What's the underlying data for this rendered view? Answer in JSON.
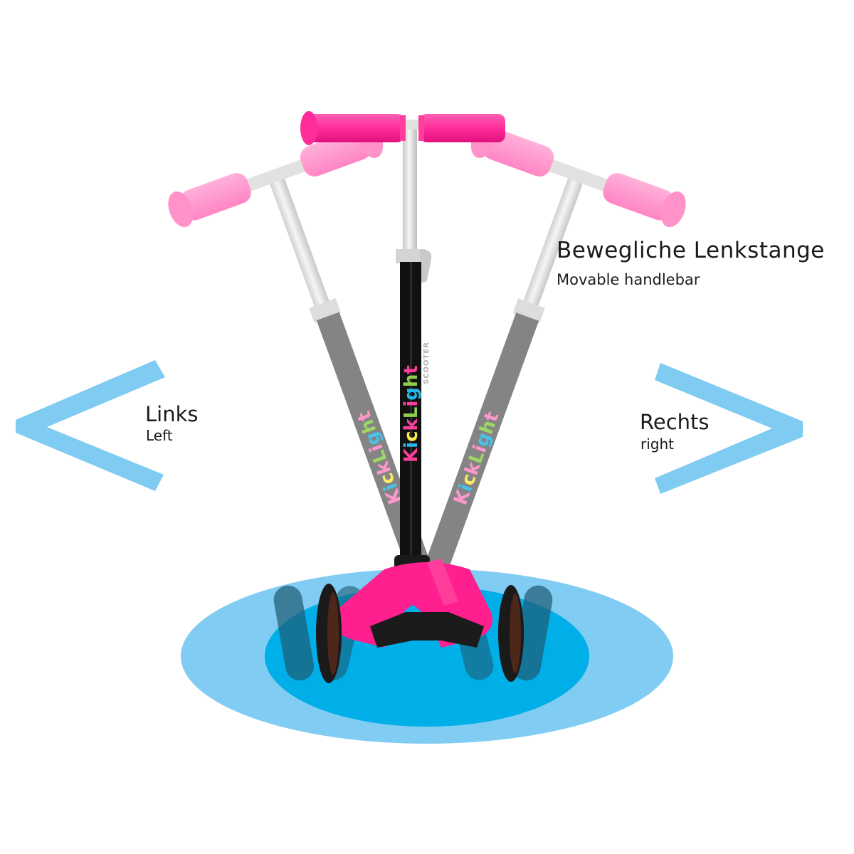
{
  "heading": {
    "title": "Bewegliche Lenkstange",
    "subtitle": "Movable handlebar"
  },
  "left_label": {
    "title": "Links",
    "subtitle": "Left",
    "arrow_icon": "chevron-left-icon"
  },
  "right_label": {
    "title": "Rechts",
    "subtitle": "right",
    "arrow_icon": "chevron-right-icon"
  },
  "product": {
    "brand_letters": [
      "K",
      "i",
      "c",
      "k",
      "L",
      "i",
      "g",
      "h",
      "t"
    ],
    "brand_text": "KickLight",
    "secondary_text": "SCOOTER",
    "positions": [
      "left",
      "center",
      "right"
    ]
  },
  "colors": {
    "arrow_blue": "#7fcbf2",
    "outer_ellipse": "#80ccf2",
    "inner_ellipse": "#00aee8",
    "grip_pink": "#ff2d9b",
    "grip_pink_faded": "#ff85c4",
    "stem_black": "#111111",
    "stem_gray": "#6e6e6e",
    "deck_pink": "#ff1f8e",
    "brand_pink": "#ff3d9a",
    "brand_green": "#8ed04a",
    "brand_yellow": "#ffe94a",
    "brand_cyan": "#29b6e8"
  }
}
